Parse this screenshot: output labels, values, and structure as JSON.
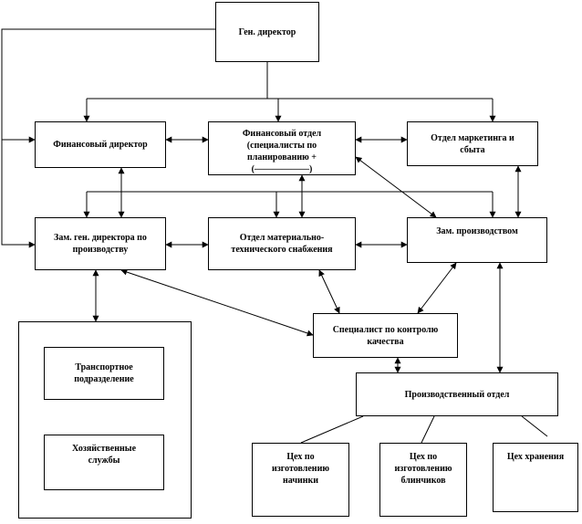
{
  "nodes": {
    "gen_director": "Ген. директор",
    "fin_director": "Финансовый  директор",
    "fin_dept": "Финансовый  отдел\n(специалисты  по\nпланированию +\n(——————)",
    "marketing": "Отдел маркетинга  и\nсбыта",
    "deputy_production": "Зам.  ген. директора по\nпроизводству",
    "material_supply": "Отдел материально-\nтехнического  снабжения",
    "deputy_prod_short": "Зам. производством",
    "quality": "Специалист  по контролю\nкачества",
    "transport": "Транспортное\nподразделение",
    "household": "Хозяйственные\nслужбы",
    "production_dept": "Производственный отдел",
    "workshop_1": "Цех по\nизготовлению\nначинки",
    "workshop_2": "Цех по\nизготовлению\nблинчиков",
    "storage": "Цех хранения"
  }
}
